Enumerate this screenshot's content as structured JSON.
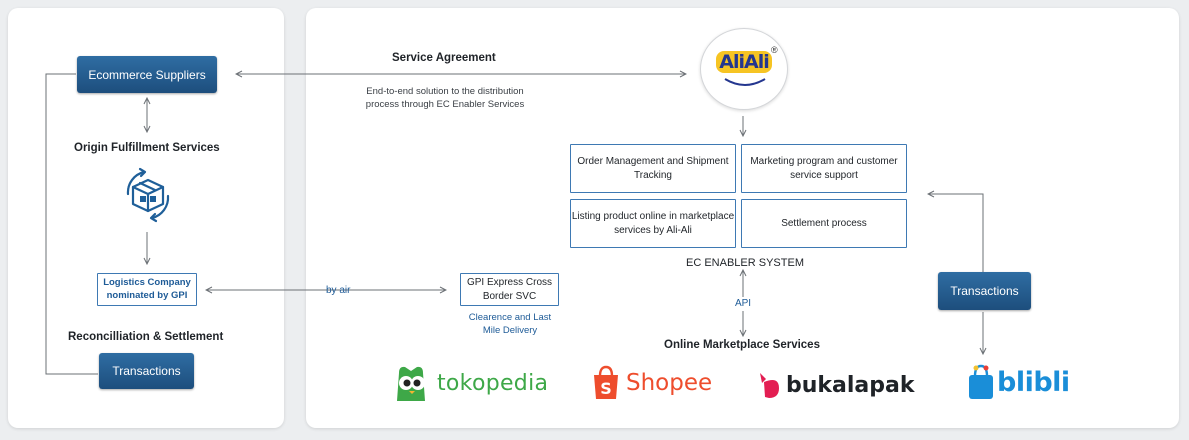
{
  "left": {
    "suppliers": "Ecommerce Suppliers",
    "origin": "Origin Fulfillment Services",
    "logistics": "Logistics Company nominated by GPI",
    "reconciliation": "Reconcilliation & Settlement",
    "transactions": "Transactions"
  },
  "center": {
    "service_agreement": "Service Agreement",
    "end_to_end": "End-to-end solution to the distribution process through EC Enabler Services",
    "by_air": "by air",
    "gpi_express": "GPI Express Cross Border SVC",
    "clearance": "Clearence and Last Mile Delivery"
  },
  "aliali": {
    "logo_text": "AliAli",
    "registered": "®"
  },
  "ec_system": {
    "boxes": [
      "Order Management and Shipment Tracking",
      "Marketing program and customer service support",
      "Listing product online in marketplace services by Ali-Ali",
      "Settlement process"
    ],
    "title": "EC ENABLER SYSTEM",
    "api": "API",
    "online": "Online Marketplace Services"
  },
  "right": {
    "transactions": "Transactions"
  },
  "marketplaces": [
    "tokopedia",
    "Shopee",
    "bukalapak",
    "blibli"
  ],
  "colors": {
    "button_blue": "#24598b",
    "border_blue": "#3e79b3",
    "tokopedia_green": "#3ea848",
    "shopee_orange": "#ee4d2d",
    "bukalapak_red": "#e31e52",
    "blibli_blue": "#1a8ed8"
  },
  "icons": [
    "box-cycle-icon",
    "aliali-logo",
    "tokopedia-owl-icon",
    "shopee-bag-icon",
    "bukalapak-icon",
    "blibli-bag-icon"
  ]
}
